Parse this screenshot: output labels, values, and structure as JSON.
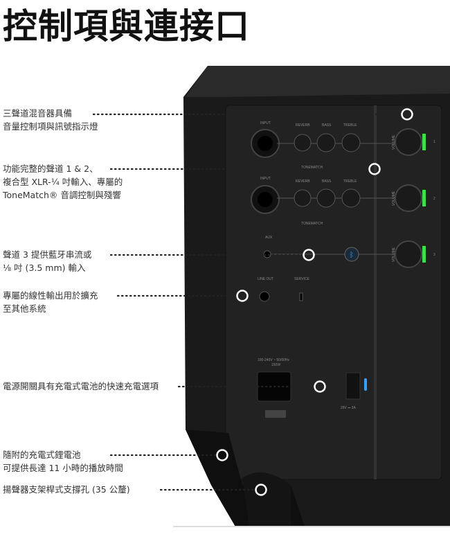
{
  "title": "控制項與連接口",
  "callouts": [
    {
      "lines": [
        "三聲道混音器具備",
        "音量控制項與訊號指示燈"
      ]
    },
    {
      "lines": [
        "功能完整的聲道 1 & 2、",
        "複合型 XLR-¼ 吋輸入、專屬的",
        "ToneMatch® 音調控制與殘響"
      ]
    },
    {
      "lines": [
        "聲道 3 提供藍牙串流或",
        "⅛ 吋 (3.5 mm) 輸入"
      ]
    },
    {
      "lines": [
        "專屬的線性輸出用於擴充",
        "至其他系統"
      ]
    },
    {
      "lines": [
        "電源開關具有充電式電池的快速充電選項"
      ]
    },
    {
      "lines": [
        "隨附的充電式鋰電池",
        "可提供長達 11 小時的播放時間"
      ]
    },
    {
      "lines": [
        "揚聲器支架桿式支撐孔 (35 公釐)"
      ]
    }
  ],
  "panel": {
    "input": "INPUT",
    "reverb": "REVERB",
    "bass": "BASS",
    "treble": "TREBLE",
    "tonematch": "TONEMATCH",
    "aux": "AUX",
    "line_out": "LINE OUT",
    "service": "SERVICE",
    "power_rating": "100-240V ~ 50/60Hz",
    "watts": "150W",
    "dc": "29V ⎓ 3A",
    "volume": "VOLUME",
    "ch1": "1",
    "ch2": "2",
    "ch3": "3"
  },
  "colors": {
    "led_green": "#3be04a",
    "led_blue": "#3aa0ff",
    "body": "#1c1c1c"
  }
}
